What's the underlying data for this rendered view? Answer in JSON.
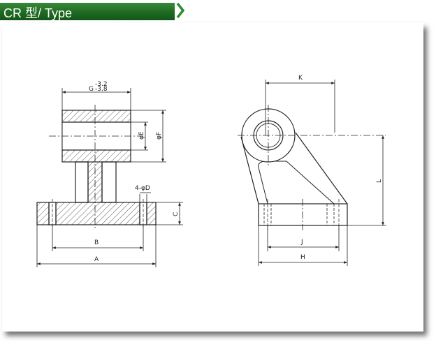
{
  "header": {
    "title": "CR 型/ Type",
    "bar_color": "#1f6a22",
    "chevron_color": "#2e8b2e",
    "chevron_icon": "chevron-right-icon"
  },
  "front_view": {
    "labels": {
      "g": "G",
      "g_tol_upper": "-3.2",
      "g_tol_lower": "-3.8",
      "e": "φE",
      "f": "φF",
      "d": "4-φD",
      "c": "C",
      "b": "B",
      "a": "A"
    }
  },
  "side_view": {
    "labels": {
      "k": "K",
      "l": "L",
      "j": "J",
      "h": "H"
    }
  }
}
